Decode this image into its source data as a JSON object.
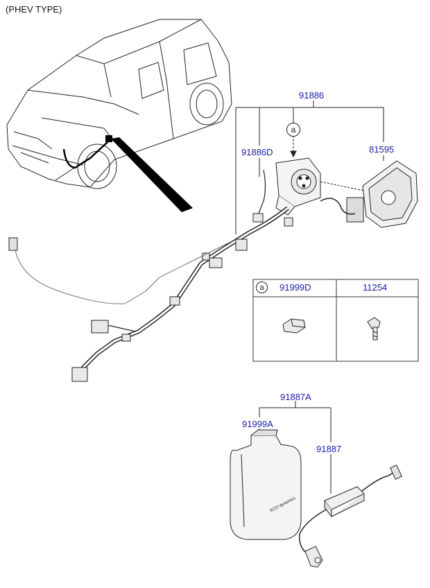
{
  "header": {
    "title": "(PHEV TYPE)"
  },
  "callouts": {
    "assembly": "91886",
    "harness": "91886D",
    "door": "81595",
    "ref_a": "a",
    "portable_set": "91887A",
    "pouch": "91999A",
    "charger": "91887"
  },
  "parts_table": {
    "ref": "a",
    "col1": "91999D",
    "col2": "11254"
  },
  "pouch_print": "ECO dynamics",
  "colors": {
    "callout": "#1a1aa8",
    "line": "#222222"
  }
}
